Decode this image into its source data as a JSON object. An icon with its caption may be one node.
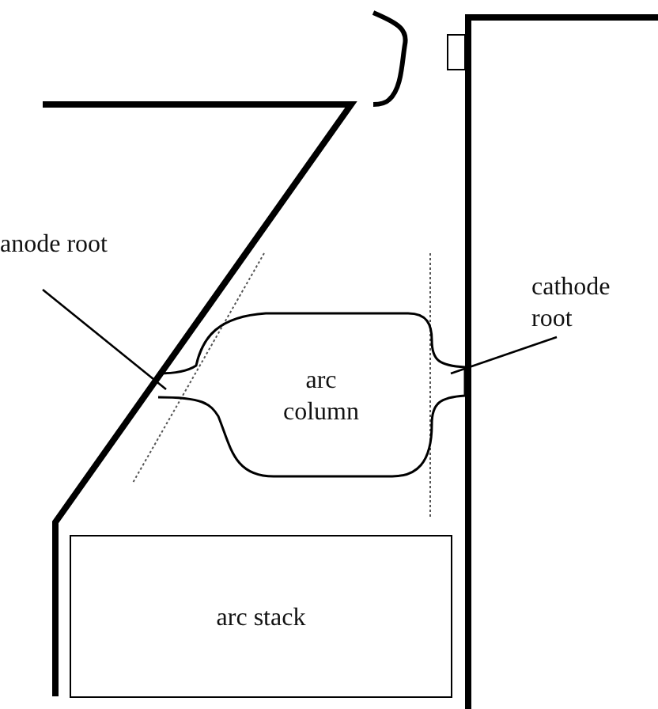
{
  "diagram": {
    "nodes": [
      {
        "text": [
          "anode root"
        ]
      },
      {
        "text": [
          "cathode root"
        ]
      },
      {
        "text": [
          "arc column"
        ]
      },
      {
        "text": [
          "arc stack"
        ]
      }
    ],
    "edges": [
      {
        "from": 0,
        "to": 2,
        "arrow": "none"
      },
      {
        "from": 1,
        "to": 2,
        "arrow": "none"
      }
    ]
  }
}
